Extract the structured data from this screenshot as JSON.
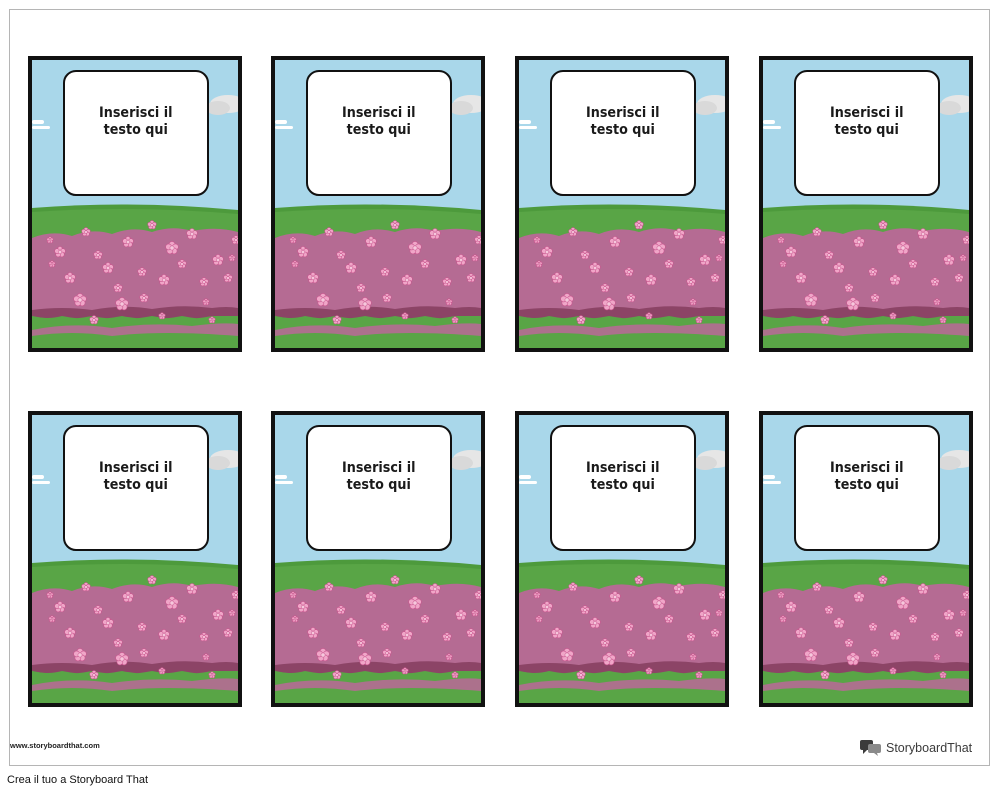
{
  "cards": [
    {
      "text": "Inserisci il\ntesto qui"
    },
    {
      "text": "Inserisci il\ntesto qui"
    },
    {
      "text": "Inserisci il\ntesto qui"
    },
    {
      "text": "Inserisci il\ntesto qui"
    },
    {
      "text": "Inserisci il\ntesto qui"
    },
    {
      "text": "Inserisci il\ntesto qui"
    },
    {
      "text": "Inserisci il\ntesto qui"
    },
    {
      "text": "Inserisci il\ntesto qui"
    }
  ],
  "watermark": {
    "url": "www.storyboardthat.com",
    "brand": "StoryboardThat"
  },
  "footer": {
    "link": "Crea il tuo a Storyboard That"
  },
  "colors": {
    "sky": "#a9d7ea",
    "grass": "#59a546",
    "flower_field": "#b56b93",
    "flower": "#f0a6c8"
  }
}
